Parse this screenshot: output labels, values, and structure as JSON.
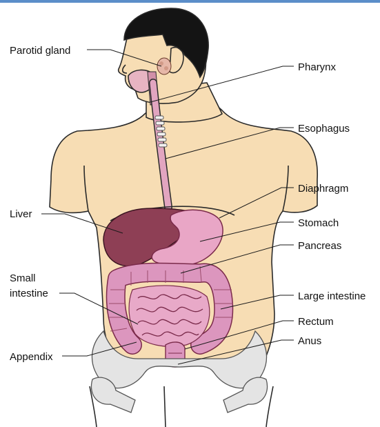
{
  "labels": {
    "parotid_gland": "Parotid gland",
    "pharynx": "Pharynx",
    "esophagus": "Esophagus",
    "diaphragm": "Diaphragm",
    "liver": "Liver",
    "stomach": "Stomach",
    "pancreas": "Pancreas",
    "small_intestine_line1": "Small",
    "small_intestine_line2": "intestine",
    "large_intestine": "Large intestine",
    "rectum": "Rectum",
    "appendix": "Appendix",
    "anus": "Anus"
  },
  "colors": {
    "skin": "#f7ddb4",
    "hair": "#141414",
    "liver": "#8e3f55",
    "stomach": "#e9a6c6",
    "intestine": "#dc96be",
    "pancreas": "#f4dc98",
    "bone": "#e4e4e4",
    "accent": "#5b8ec9"
  }
}
